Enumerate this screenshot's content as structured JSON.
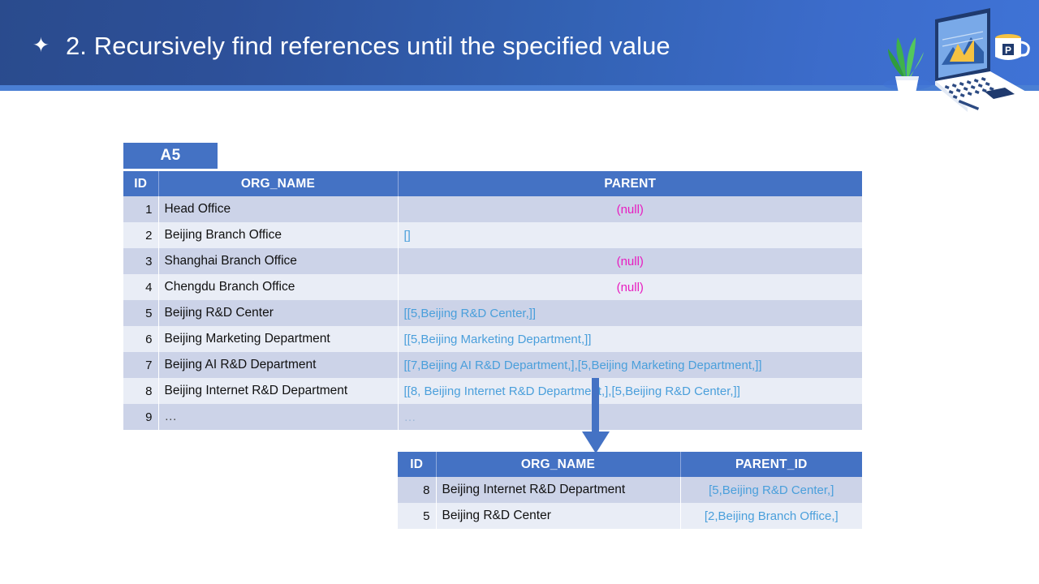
{
  "slide": {
    "title": "2. Recursively find references until the specified value",
    "bullet_glyph": "✦",
    "banner_gradient_from": "#2a4b8d",
    "banner_gradient_to": "#3f73d6"
  },
  "illustration": {
    "name": "laptop-plant-mug-illustration",
    "mug_label": "P"
  },
  "sheet_tab": {
    "label": "A5",
    "color": "#4472c4"
  },
  "main_table": {
    "name": "org-hierarchy-table",
    "headers": [
      "ID",
      "ORG_NAME",
      "PARENT"
    ],
    "null_color": "#e81cc0",
    "value_color": "#4a9fdb",
    "rows": [
      {
        "id": "1",
        "org_name": "Head Office",
        "parent": "(null)",
        "parent_kind": "null"
      },
      {
        "id": "2",
        "org_name": "Beijing Branch Office",
        "parent": "[]",
        "parent_kind": "value"
      },
      {
        "id": "3",
        "org_name": "Shanghai Branch Office",
        "parent": "(null)",
        "parent_kind": "null"
      },
      {
        "id": "4",
        "org_name": "Chengdu Branch Office",
        "parent": "(null)",
        "parent_kind": "null"
      },
      {
        "id": "5",
        "org_name": "Beijing R&D Center",
        "parent": "[[5,Beijing R&D Center,]]",
        "parent_kind": "value"
      },
      {
        "id": "6",
        "org_name": "Beijing Marketing Department",
        "parent": "[[5,Beijing Marketing Department,]]",
        "parent_kind": "value"
      },
      {
        "id": "7",
        "org_name": "Beijing AI R&D Department",
        "parent": "[[7,Beijing AI R&D Department,],[5,Beijing Marketing Department,]]",
        "parent_kind": "value"
      },
      {
        "id": "8",
        "org_name": "Beijing Internet R&D Department",
        "parent": "[[8, Beijing Internet R&D Department,],[5,Beijing R&D Center,]]",
        "parent_kind": "value"
      },
      {
        "id": "9",
        "org_name": "…",
        "parent": "…",
        "parent_kind": "dots"
      }
    ]
  },
  "result_table": {
    "name": "recursive-result-table",
    "headers": [
      "ID",
      "ORG_NAME",
      "PARENT_ID"
    ],
    "rows": [
      {
        "id": "8",
        "org_name": "Beijing Internet R&D Department",
        "parent_id": "[5,Beijing R&D Center,]"
      },
      {
        "id": "5",
        "org_name": "Beijing R&D Center",
        "parent_id": "[2,Beijing Branch Office,]"
      }
    ]
  },
  "arrow": {
    "name": "downward-flow-arrow",
    "color": "#4472c4",
    "direction": "down"
  }
}
